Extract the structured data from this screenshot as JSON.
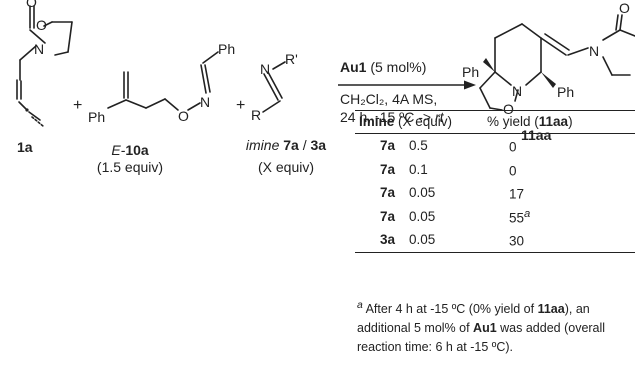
{
  "reactants": {
    "r1": {
      "atom_n": "N",
      "atom_o_ring": "O",
      "atom_o_carbonyl": "O",
      "label": "1a"
    },
    "plus": "+",
    "r2": {
      "atom_ph_top": "Ph",
      "atom_ph_left": "Ph",
      "atom_o": "O",
      "atom_n": "N",
      "label_prefix": "E-",
      "label_bold": "10a",
      "label_note": "(1.5 equiv)"
    },
    "r3": {
      "atom_n": "N",
      "atom_r_prime": "R'",
      "atom_r": "R",
      "label_italic": "imine",
      "label_bold_1": "7a",
      "label_sep": " / ",
      "label_bold_2": "3a",
      "label_note": "(X equiv)"
    }
  },
  "conditions": {
    "catalyst_bold": "Au1",
    "catalyst_rest": " (5 mol%)",
    "line2": "CH₂Cl₂, 4A MS,",
    "line3_prefix": "24 h, -15 ºC -> ",
    "line3_italic": "rt"
  },
  "product": {
    "atom_ph_left": "Ph",
    "atom_ph_right": "Ph",
    "atom_n_ring": "N",
    "atom_o_ring": "O",
    "atom_n_oxaz": "N",
    "atom_o_oxaz": "O",
    "label": "11aa"
  },
  "table": {
    "header_imine": "Imine",
    "header_equiv": " (X equiv)",
    "header_yield_prefix": "% yield (",
    "header_yield_bold": "11aa",
    "header_yield_suffix": ")",
    "rows": [
      {
        "imine": "7a",
        "equiv": "0.5",
        "yield": "0",
        "sup": ""
      },
      {
        "imine": "7a",
        "equiv": "0.1",
        "yield": "0",
        "sup": ""
      },
      {
        "imine": "7a",
        "equiv": "0.05",
        "yield": "17",
        "sup": ""
      },
      {
        "imine": "7a",
        "equiv": "0.05",
        "yield": "55",
        "sup": "a"
      },
      {
        "imine": "3a",
        "equiv": "0.05",
        "yield": "30",
        "sup": ""
      }
    ]
  },
  "footnote": {
    "mark": "a",
    "t1": " After 4 h at -15 ºC (0% yield of ",
    "b1": "11aa",
    "t2": "), an additional 5 mol% of ",
    "b2": "Au1",
    "t3": " was added (overall reaction time: 6 h at -15 ºC)."
  }
}
